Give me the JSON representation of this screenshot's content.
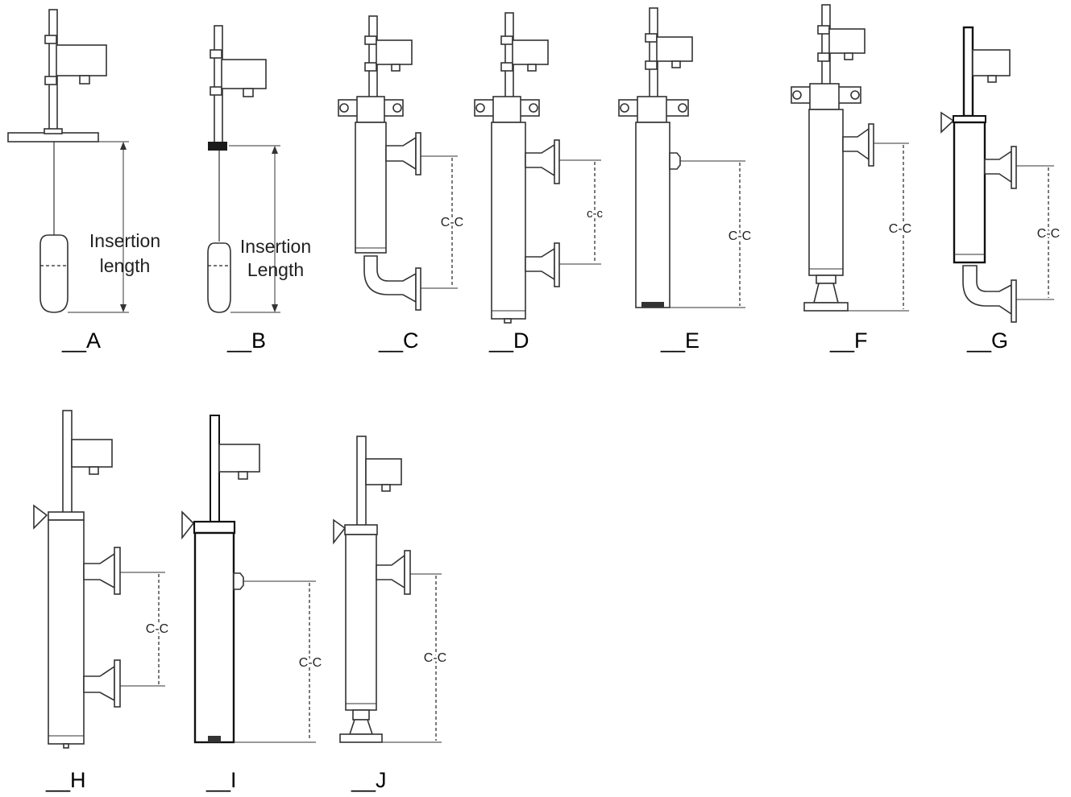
{
  "figure": {
    "options": [
      {
        "id": "A",
        "label": "__A",
        "dim_label_1": "Insertion",
        "dim_label_2": "length"
      },
      {
        "id": "B",
        "label": "__B",
        "dim_label_1": "Insertion",
        "dim_label_2": "Length"
      },
      {
        "id": "C",
        "label": "__C",
        "dim_label": "C-C"
      },
      {
        "id": "D",
        "label": "__D",
        "dim_label": "c-c"
      },
      {
        "id": "E",
        "label": "__E",
        "dim_label": "C-C"
      },
      {
        "id": "F",
        "label": "__F",
        "dim_label": "C-C"
      },
      {
        "id": "G",
        "label": "__G",
        "dim_label": "C-C"
      },
      {
        "id": "H",
        "label": "__H",
        "dim_label": "C-C"
      },
      {
        "id": "I",
        "label": "__I",
        "dim_label": "C-C"
      },
      {
        "id": "J",
        "label": "__J",
        "dim_label": "C-C"
      }
    ],
    "colors": {
      "line": "#333333",
      "background": "#ffffff",
      "text": "#000000"
    }
  }
}
